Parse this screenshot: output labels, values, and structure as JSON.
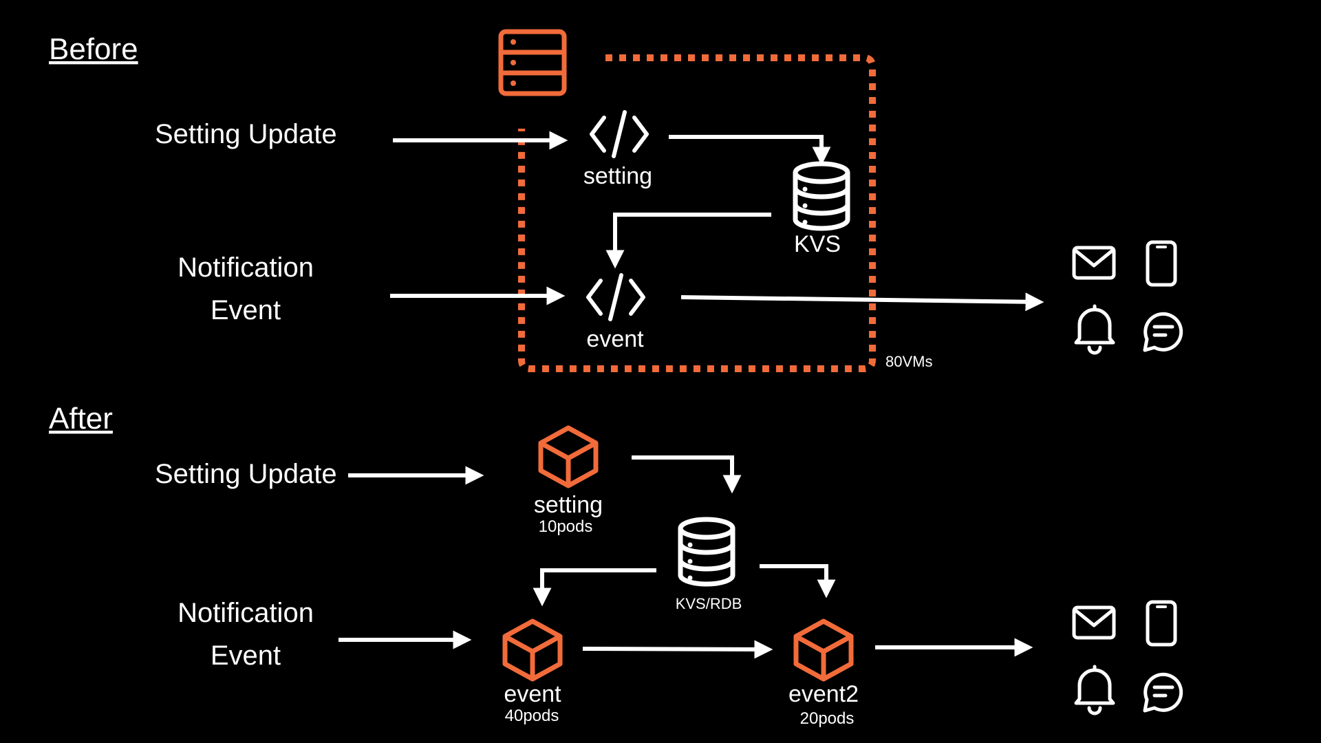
{
  "colors": {
    "accent": "#f26b3a",
    "foreground": "#ffffff",
    "background": "#000000"
  },
  "before": {
    "heading": "Before",
    "input_setting": "Setting Update",
    "input_notification_line1": "Notification",
    "input_notification_line2": "Event",
    "setting_label": "setting",
    "event_label": "event",
    "kvs_label": "KVS",
    "vm_count": "80VMs",
    "icons": [
      "server-rack-icon",
      "code-icon",
      "database-icon"
    ]
  },
  "after": {
    "heading": "After",
    "input_setting": "Setting Update",
    "input_notification_line1": "Notification",
    "input_notification_line2": "Event",
    "setting_label": "setting",
    "setting_pods": "10pods",
    "store_label": "KVS/RDB",
    "event_label": "event",
    "event_pods": "40pods",
    "event2_label": "event2",
    "event2_pods": "20pods",
    "icons": [
      "cube-icon",
      "database-icon"
    ]
  },
  "channels": [
    "mail-icon",
    "phone-icon",
    "bell-icon",
    "chat-icon"
  ]
}
